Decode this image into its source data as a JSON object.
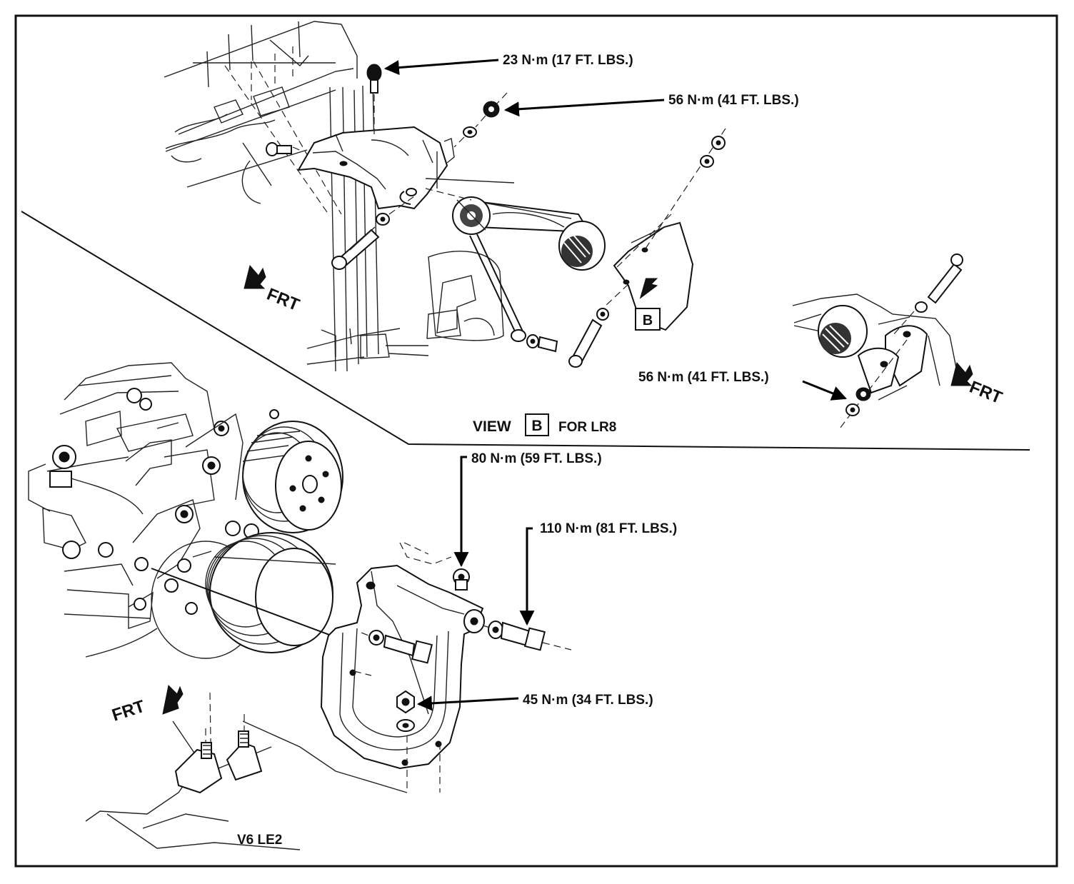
{
  "labels": {
    "torque_23": "23 N·m (17 FT. LBS.)",
    "torque_56_top": "56 N·m (41 FT. LBS.)",
    "torque_56_view": "56 N·m (41 FT. LBS.)",
    "view_word": "VIEW",
    "view_letter": "B",
    "view_suffix": "FOR LR8",
    "callout_b": "B",
    "torque_80": "80 N·m (59 FT. LBS.)",
    "torque_110": "110 N·m (81 FT. LBS.)",
    "torque_45": "45 N·m (34 FT. LBS.)",
    "engine": "V6 LE2",
    "frt_top": "FRT",
    "frt_view": "FRT",
    "frt_bottom": "FRT"
  }
}
